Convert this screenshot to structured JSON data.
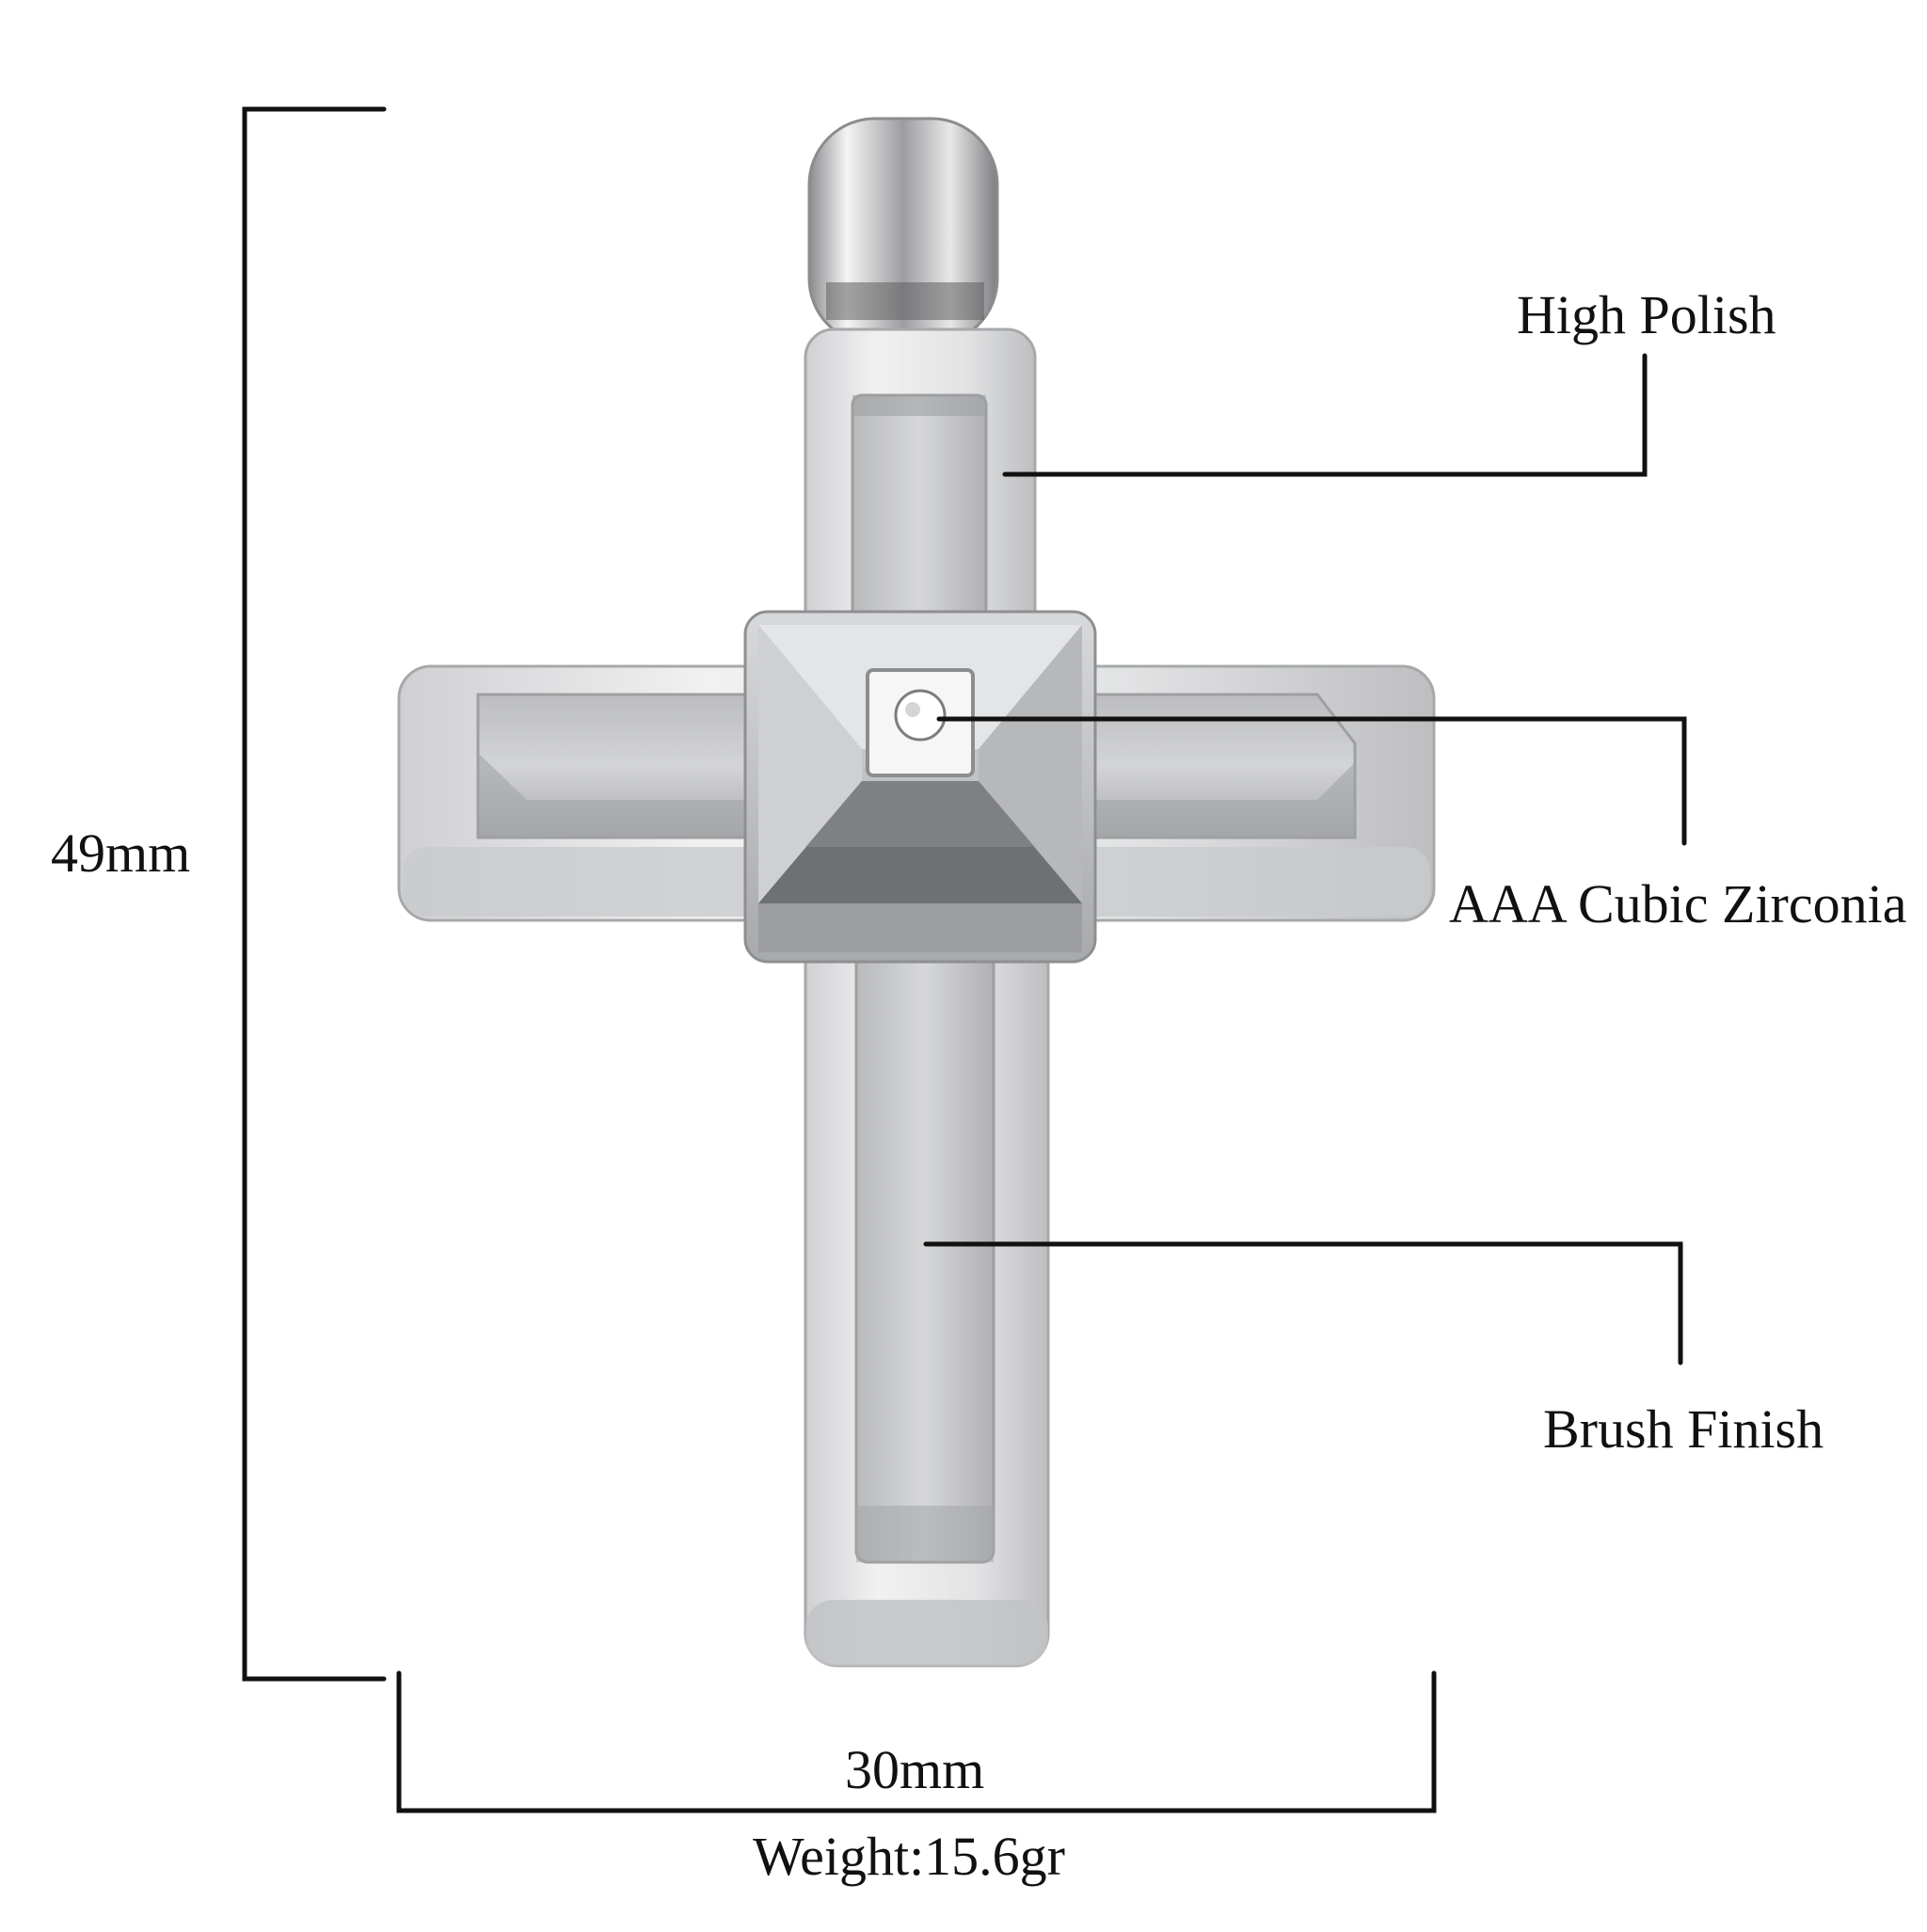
{
  "callouts": {
    "high_polish": "High Polish",
    "cubic_zirconia": "AAA Cubic Zirconia",
    "brush_finish": "Brush Finish"
  },
  "dimensions": {
    "height": "49mm",
    "width": "30mm",
    "weight": "Weight:15.6gr"
  },
  "colors": {
    "background": "#ffffff",
    "line": "#111111",
    "metal_light": "#e9e9ea",
    "metal_mid": "#c4c5c7",
    "metal_dark": "#6f7072"
  }
}
